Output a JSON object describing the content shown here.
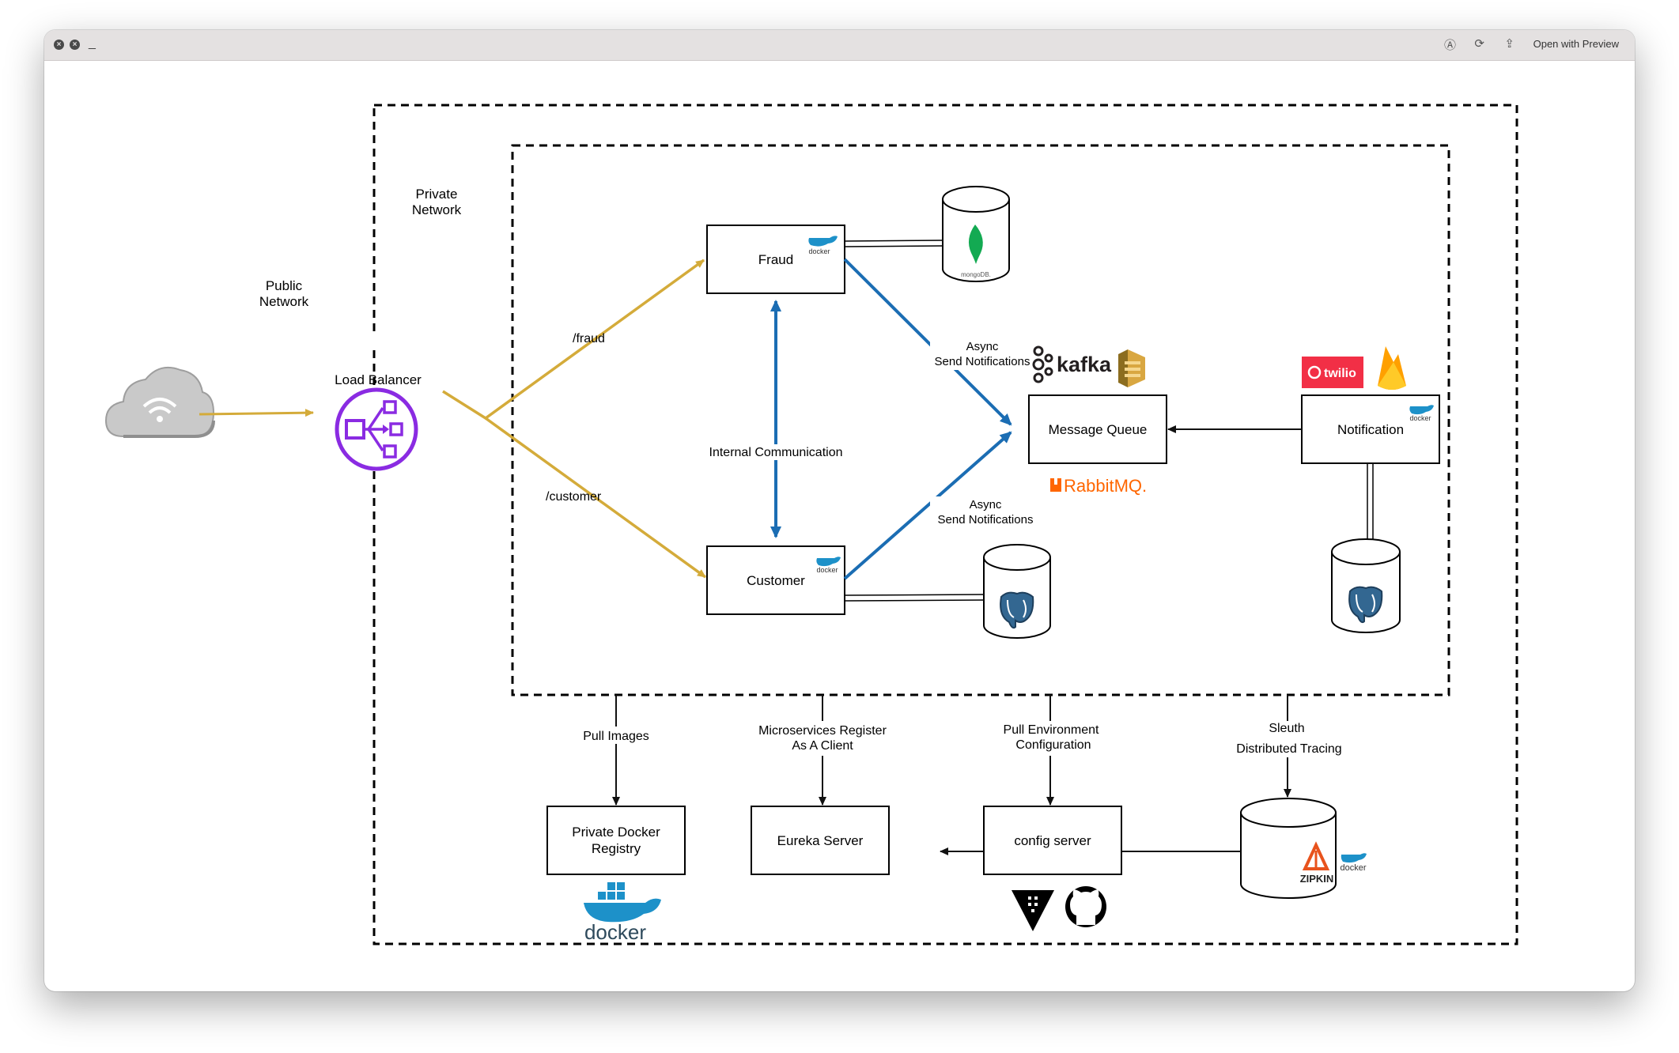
{
  "window": {
    "toolbar": {
      "open_with_preview": "Open with Preview"
    }
  },
  "diagram": {
    "zones": {
      "public_network_line1": "Public",
      "public_network_line2": "Network",
      "private_network_line1": "Private",
      "private_network_line2": "Network"
    },
    "load_balancer": "Load Balancer",
    "routes": {
      "fraud": "/fraud",
      "customer": "/customer"
    },
    "services": {
      "fraud": "Fraud",
      "customer": "Customer",
      "message_queue": "Message Queue",
      "notification": "Notification",
      "registry_line1": "Private Docker",
      "registry_line2": "Registry",
      "eureka": "Eureka Server",
      "config": "config server"
    },
    "edges": {
      "internal": "Internal Communication",
      "async1_line1": "Async",
      "async1_line2": "Send Notifications",
      "async2_line1": "Async",
      "async2_line2": "Send Notifications",
      "pull_images": "Pull Images",
      "register_line1": "Microservices Register",
      "register_line2": "As A Client",
      "pull_env_line1": "Pull Environment",
      "pull_env_line2": "Configuration",
      "sleuth_line1": "Sleuth",
      "sleuth_line2": "Distributed Tracing"
    },
    "logos": {
      "docker_small": "docker",
      "mongodb": "mongoDB.",
      "kafka": "kafka",
      "rabbitmq": "RabbitMQ.",
      "twilio": "twilio",
      "zipkin": "ZIPKIN",
      "docker_big": "docker"
    },
    "colors": {
      "route_arrow": "#d4ab3a",
      "internal_arrow": "#1b6db3",
      "load_balancer": "#8a2be2",
      "kafka": "#231f20",
      "rabbitmq": "#ff6600",
      "twilio": "#f22f46",
      "docker": "#1d91c9",
      "mongodb": "#13aa52",
      "zipkin": "#e8531d"
    }
  }
}
